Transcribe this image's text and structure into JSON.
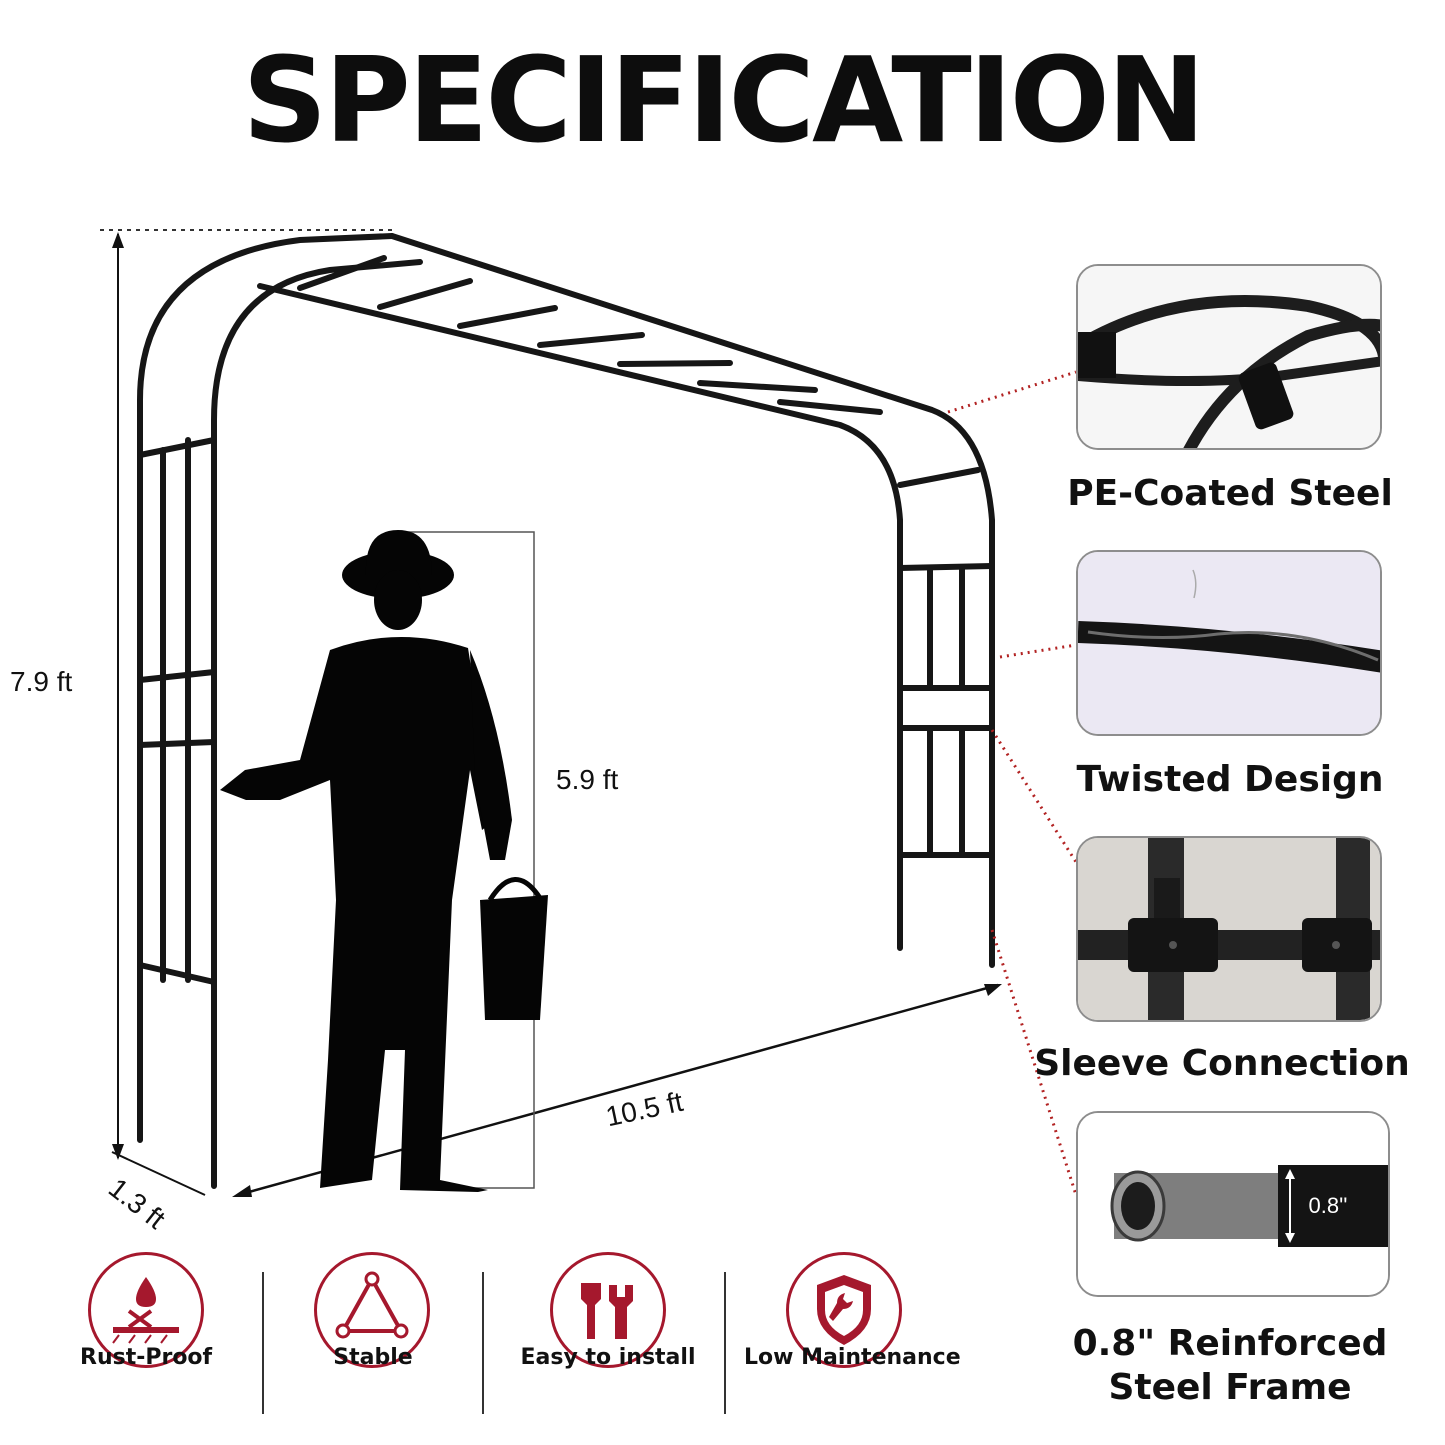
{
  "title": "SPECIFICATION",
  "dimensions": {
    "height": "7.9 ft",
    "person_height": "5.9 ft",
    "length": "10.5 ft",
    "depth": "1.3 ft"
  },
  "features": [
    {
      "label": "PE-Coated Steel",
      "icon": "pe-coated-steel-photo"
    },
    {
      "label": "Twisted Design",
      "icon": "twisted-tube-photo"
    },
    {
      "label": "Sleeve Connection",
      "icon": "sleeve-connector-photo"
    },
    {
      "label_line1": "0.8\" Reinforced",
      "label_line2": "Steel Frame",
      "icon": "tube-end-photo",
      "tube_diameter": "0.8''"
    }
  ],
  "badges": [
    {
      "label": "Rust-Proof",
      "icon": "rust-proof-icon"
    },
    {
      "label": "Stable",
      "icon": "triangle-stable-icon"
    },
    {
      "label": "Easy to install",
      "icon": "tools-icon"
    },
    {
      "label": "Low Maintenance",
      "icon": "shield-wrench-icon"
    }
  ],
  "colors": {
    "accent": "#a5182d",
    "frame": "#111111",
    "card_border": "#8d8d8d",
    "leader_line": "#b22222"
  }
}
